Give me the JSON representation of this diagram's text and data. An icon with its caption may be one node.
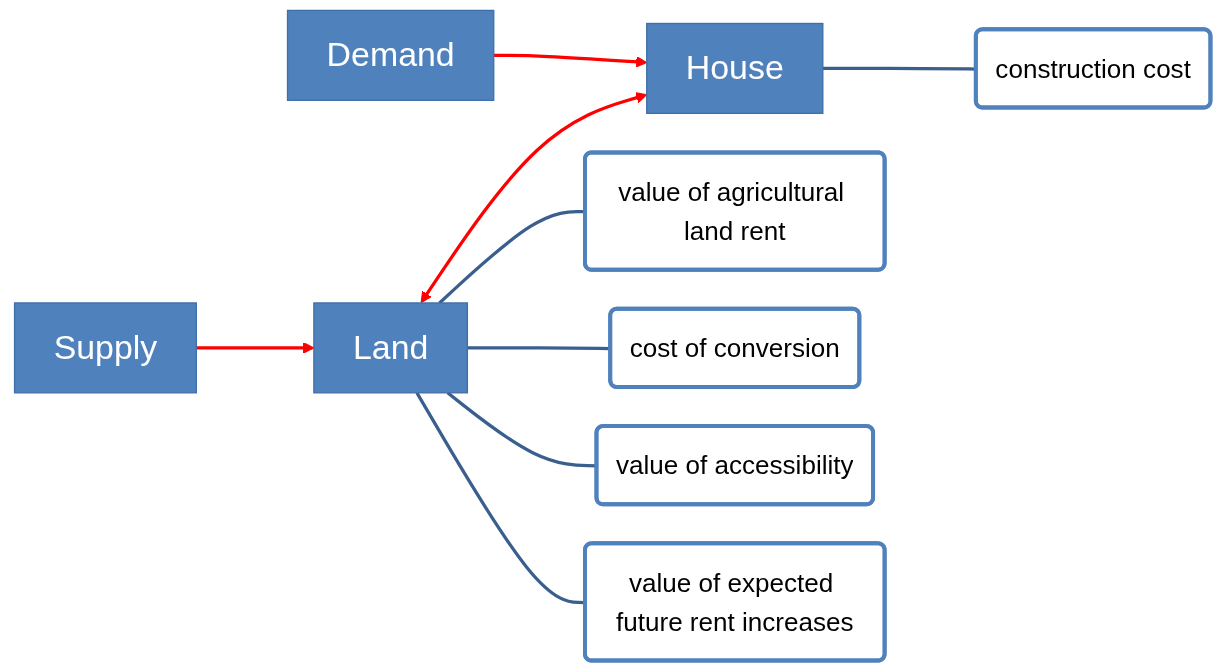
{
  "diagram": {
    "nodes": [
      {
        "text": [
          "Supply"
        ]
      },
      {
        "text": [
          "Land"
        ]
      },
      {
        "text": [
          "House"
        ]
      },
      {
        "text": [
          "Demand"
        ]
      },
      {
        "text": [
          "value of agricultural land rent"
        ]
      },
      {
        "text": [
          "cost of conversion"
        ]
      },
      {
        "text": [
          "value of accessibility"
        ]
      },
      {
        "text": [
          "value of expected future rent increases"
        ]
      },
      {
        "text": [
          "construction cost"
        ]
      }
    ],
    "edges": [
      {
        "from": 0,
        "to": 1,
        "arrow": "to",
        "color": "#ff0000"
      },
      {
        "from": 1,
        "to": 2,
        "arrow": "both",
        "color": "#ff0000"
      },
      {
        "from": 3,
        "to": 2,
        "arrow": "to",
        "color": "#ff0000"
      },
      {
        "from": 1,
        "to": 4,
        "arrow": "none"
      },
      {
        "from": 1,
        "to": 5,
        "arrow": "none"
      },
      {
        "from": 1,
        "to": 6,
        "arrow": "none"
      },
      {
        "from": 1,
        "to": 7,
        "arrow": "none"
      },
      {
        "from": 2,
        "to": 8,
        "arrow": "none"
      }
    ]
  }
}
